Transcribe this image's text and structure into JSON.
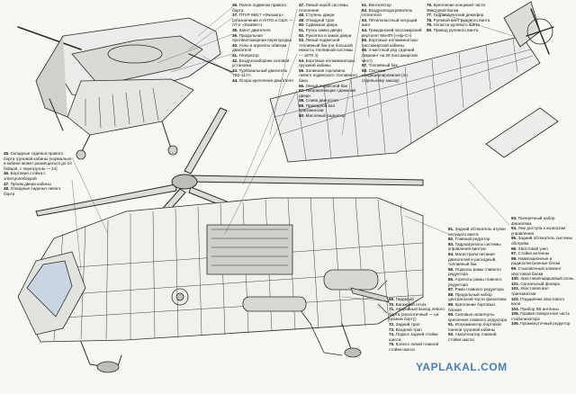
{
  "lists": {
    "inset": [
      {
        "n": "36.",
        "t": "Пилон подвески правого борта"
      },
      {
        "n": "37.",
        "t": "ПТУР 9М17 «Фаланга» (обозначение в НАТО и США — АТ-2 «Swatter»)"
      },
      {
        "n": "38.",
        "t": "Капот двигателя"
      },
      {
        "n": "39.",
        "t": "Продольная противопожарная перегородка"
      },
      {
        "n": "40.",
        "t": "Узлы и агрегаты обвязки двигателя"
      },
      {
        "n": "41.",
        "t": "Генератор"
      },
      {
        "n": "42.",
        "t": "Воздухозаборник силовой установки"
      },
      {
        "n": "43.",
        "t": "Турбовальный двигатель ТВ2-117А"
      },
      {
        "n": "44.",
        "t": "Опора крепления двигателя"
      }
    ],
    "col_a": [
      {
        "n": "47.",
        "t": "Левый короб системы отопления"
      },
      {
        "n": "48.",
        "t": "Ступень двери"
      },
      {
        "n": "49.",
        "t": "Откидной трап"
      },
      {
        "n": "50.",
        "t": "Сдвижная дверь"
      },
      {
        "n": "51.",
        "t": "Ручка замка двери"
      },
      {
        "n": "52.",
        "t": "Рукоятка и замок двери"
      },
      {
        "n": "53.",
        "t": "Левый подвесной топливный бак (на большей емкость топливной системы — 1870 л)"
      },
      {
        "n": "54.",
        "t": "Бортовые иллюминаторы грузовой кабины"
      },
      {
        "n": "55.",
        "t": "Заливная горловина левого подвесного топливного бака"
      },
      {
        "n": "56.",
        "t": "Левый подвесной бак"
      },
      {
        "n": "57.",
        "t": "Направляющие сдвижной двери"
      },
      {
        "n": "58.",
        "t": "Слива двигателя"
      },
      {
        "n": "59.",
        "t": "Приводной вал трансмиссии"
      },
      {
        "n": "60.",
        "t": "Масляный радиатор"
      }
    ],
    "col_b": [
      {
        "n": "61.",
        "t": "Вентилятор"
      },
      {
        "n": "62.",
        "t": "Воздухоподогреватель отопителя"
      },
      {
        "n": "63.",
        "t": "Пятилопастный несущий винт"
      },
      {
        "n": "64.",
        "t": "Гражданский пассажирский вертолет Ми-8П («Hip-C»)"
      },
      {
        "n": "65.",
        "t": "Бортовые иллюминаторы пассажирской кабины"
      },
      {
        "n": "66.",
        "t": "4-местный ряд сидений (вариант на 28 пассажирских мест)"
      },
      {
        "n": "67.",
        "t": "Топливный бак"
      },
      {
        "n": "68.",
        "t": "Система кондиционирования (по отдельному заказу)"
      }
    ],
    "col_c": [
      {
        "n": "76.",
        "t": "Крепление концевой части хвостовой балки"
      },
      {
        "n": "77.",
        "t": "Гидравлический демпфер"
      },
      {
        "n": "78.",
        "t": "Рулевой винт рулевого винта"
      },
      {
        "n": "79.",
        "t": "Лопасти рулевого винта"
      },
      {
        "n": "80.",
        "t": "Привод рулевого винта"
      }
    ],
    "col_e": [
      {
        "n": "45.",
        "t": "Складные сиденья правого борта грузовой кабины (нормально в кабине может размещаться до 24 бойцов, с перегрузом — 24)"
      },
      {
        "n": "46.",
        "t": "Бортовая стойка с электролебедкой"
      },
      {
        "n": "47.",
        "t": "Проем двери кабины"
      },
      {
        "n": "48.",
        "t": "Откидные сиденья левого борта"
      }
    ],
    "col_f": [
      {
        "n": "81.",
        "t": "Задний обтекатель втулки несущего винта"
      },
      {
        "n": "82.",
        "t": "Главный редуктор"
      },
      {
        "n": "83.",
        "t": "Гидроагрегаты системы управления винтом"
      },
      {
        "n": "84.",
        "t": "Магистрали питания двигателей и расходный топливный бак"
      },
      {
        "n": "85.",
        "t": "Подкосы рамы главного редуктора"
      },
      {
        "n": "86.",
        "t": "Агрегаты рамы главного редуктора"
      },
      {
        "n": "87.",
        "t": "Рама главного редуктора"
      },
      {
        "n": "88.",
        "t": "Продольный набор центральной части фюзеляжа"
      },
      {
        "n": "89.",
        "t": "Крепление бортовых блоков"
      },
      {
        "n": "90.",
        "t": "Силовые шпангоуты крепления главного редуктора"
      },
      {
        "n": "91.",
        "t": "Иллюминатор бортовой панели грузовой кабины"
      },
      {
        "n": "92.",
        "t": "Амортизатор главной стойки шасси"
      }
    ],
    "col_g": [
      {
        "n": "93.",
        "t": "Поперечный набор фюзеляжа"
      },
      {
        "n": "94.",
        "t": "Люк доступа к агрегатам управления"
      },
      {
        "n": "95.",
        "t": "Задний обтекатель системы обогрева"
      },
      {
        "n": "96.",
        "t": "Хвостовой узел"
      },
      {
        "n": "97.",
        "t": "Стойка антенны"
      },
      {
        "n": "98.",
        "t": "Навигационные и радиоэлектронные блоки"
      },
      {
        "n": "99.",
        "t": "Стыковочный элемент хвостовой балки"
      },
      {
        "n": "100.",
        "t": "Хвостовой маршевый огонь"
      },
      {
        "n": "101.",
        "t": "Сигнальный фонарь"
      },
      {
        "n": "102.",
        "t": "Хвостовой вал трансмиссии"
      },
      {
        "n": "103.",
        "t": "Подшипник хвостового вала"
      },
      {
        "n": "104.",
        "t": "Прибор КВ антенны"
      },
      {
        "n": "105.",
        "t": "Правая поворотная часть стабилизатора"
      },
      {
        "n": "106.",
        "t": "Промежуточный редуктор"
      }
    ],
    "col_h": [
      {
        "n": "69.",
        "t": "Гардероб"
      },
      {
        "n": "70.",
        "t": "Багажный отсек"
      },
      {
        "n": "71.",
        "t": "Аварийный выход левого борта (аналогичный — на правом борту)"
      },
      {
        "n": "72.",
        "t": "Задний трап"
      },
      {
        "n": "73.",
        "t": "Входной трап"
      },
      {
        "n": "74.",
        "t": "Подкос задней стойки шасси"
      },
      {
        "n": "75.",
        "t": "Колесо левой главной стойки шасси"
      }
    ]
  },
  "watermark": "YAPLAKAL.COM",
  "colors": {
    "ink": "#1a1a1a",
    "line": "#2a2a2a",
    "paper": "#f7f7f4",
    "watermark": "#4a7fbf"
  }
}
